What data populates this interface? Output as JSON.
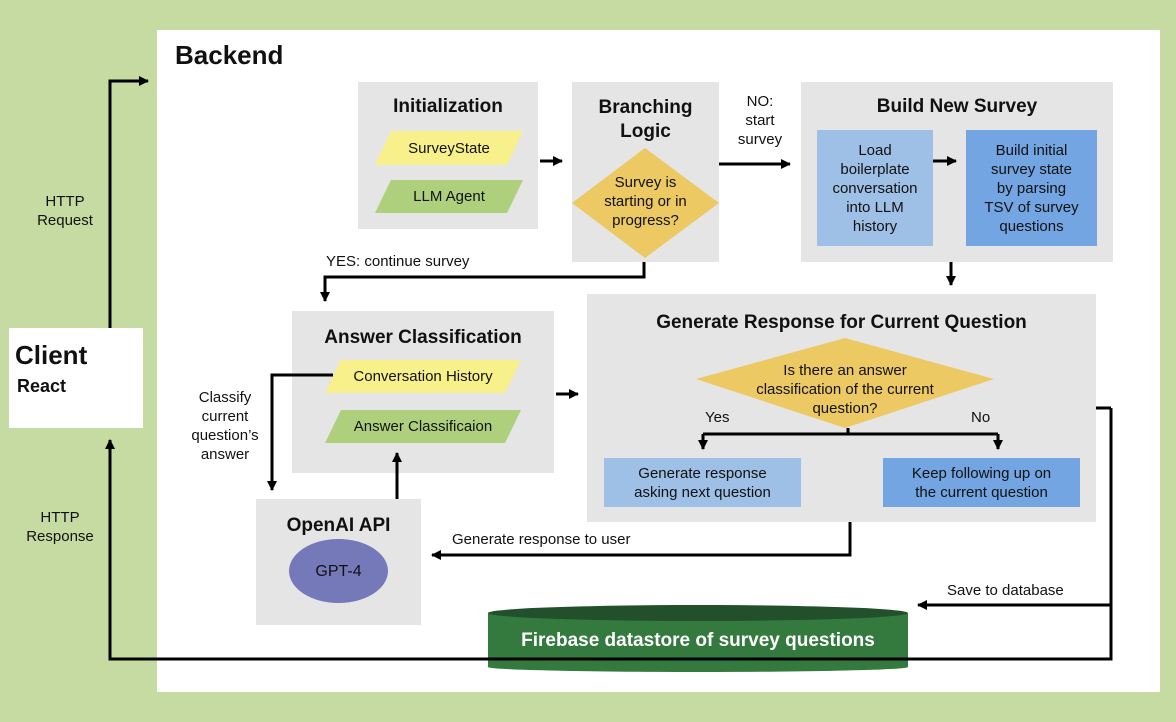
{
  "backend": {
    "title": "Backend"
  },
  "client": {
    "title": "Client",
    "subtitle": "React"
  },
  "http": {
    "request": "HTTP\nRequest",
    "response": "HTTP\nResponse"
  },
  "initialization": {
    "title": "Initialization",
    "items": [
      {
        "label": "SurveyState",
        "color": "#f8f08a"
      },
      {
        "label": "LLM Agent",
        "color": "#aed07c"
      }
    ]
  },
  "branching": {
    "title": "Branching\nLogic",
    "decision": "Survey is\nstarting or in\nprogress?",
    "no_label": "NO:\nstart\nsurvey",
    "yes_label": "YES: continue survey"
  },
  "build_survey": {
    "title": "Build New Survey",
    "step1": "Load\nboilerplate\nconversation\ninto LLM\nhistory",
    "step2": "Build initial\nsurvey state\nby parsing\nTSV of survey\nquestions"
  },
  "answer_classification": {
    "title": "Answer Classification",
    "items": [
      {
        "label": "Conversation History",
        "color": "#f8f08a"
      },
      {
        "label": "Answer Classificaion",
        "color": "#aed07c"
      }
    ],
    "classify_label": "Classify\ncurrent\nquestion’s\nanswer"
  },
  "generate_response": {
    "title": "Generate Response for Current Question",
    "decision": "Is there an answer\nclassification of the current\nquestion?",
    "yes": "Yes",
    "no": "No",
    "yes_action": "Generate response\nasking next question",
    "no_action": "Keep following up on\nthe current question"
  },
  "openai": {
    "title": "OpenAI API",
    "model": "GPT-4"
  },
  "edges": {
    "generate_to_user": "Generate response to user",
    "save_db": "Save to database"
  },
  "firebase": {
    "label": "Firebase datastore of survey questions"
  },
  "colors": {
    "background": "#c6dba2",
    "panel": "#ffffff",
    "group": "#e5e5e5",
    "decision": "#ecc963",
    "light_blue": "#9fc0e6",
    "mid_blue": "#72a5e2",
    "gpt": "#7679b9",
    "firebase": "#347a3f"
  }
}
